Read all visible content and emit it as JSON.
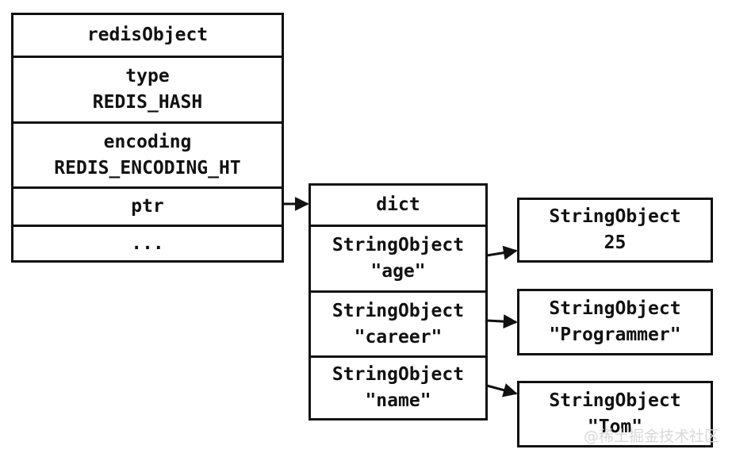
{
  "redis_object": {
    "title": "redisObject",
    "type_label": "type",
    "type_value": "REDIS_HASH",
    "encoding_label": "encoding",
    "encoding_value": "REDIS_ENCODING_HT",
    "ptr_label": "ptr",
    "more_label": "..."
  },
  "dict": {
    "title": "dict",
    "entries": [
      {
        "label": "StringObject",
        "value": "\"age\""
      },
      {
        "label": "StringObject",
        "value": "\"career\""
      },
      {
        "label": "StringObject",
        "value": "\"name\""
      }
    ]
  },
  "values": [
    {
      "label": "StringObject",
      "value": "25"
    },
    {
      "label": "StringObject",
      "value": "\"Programmer\""
    },
    {
      "label": "StringObject",
      "value": "\"Tom\""
    }
  ],
  "watermark": "@稀土掘金技术社区"
}
